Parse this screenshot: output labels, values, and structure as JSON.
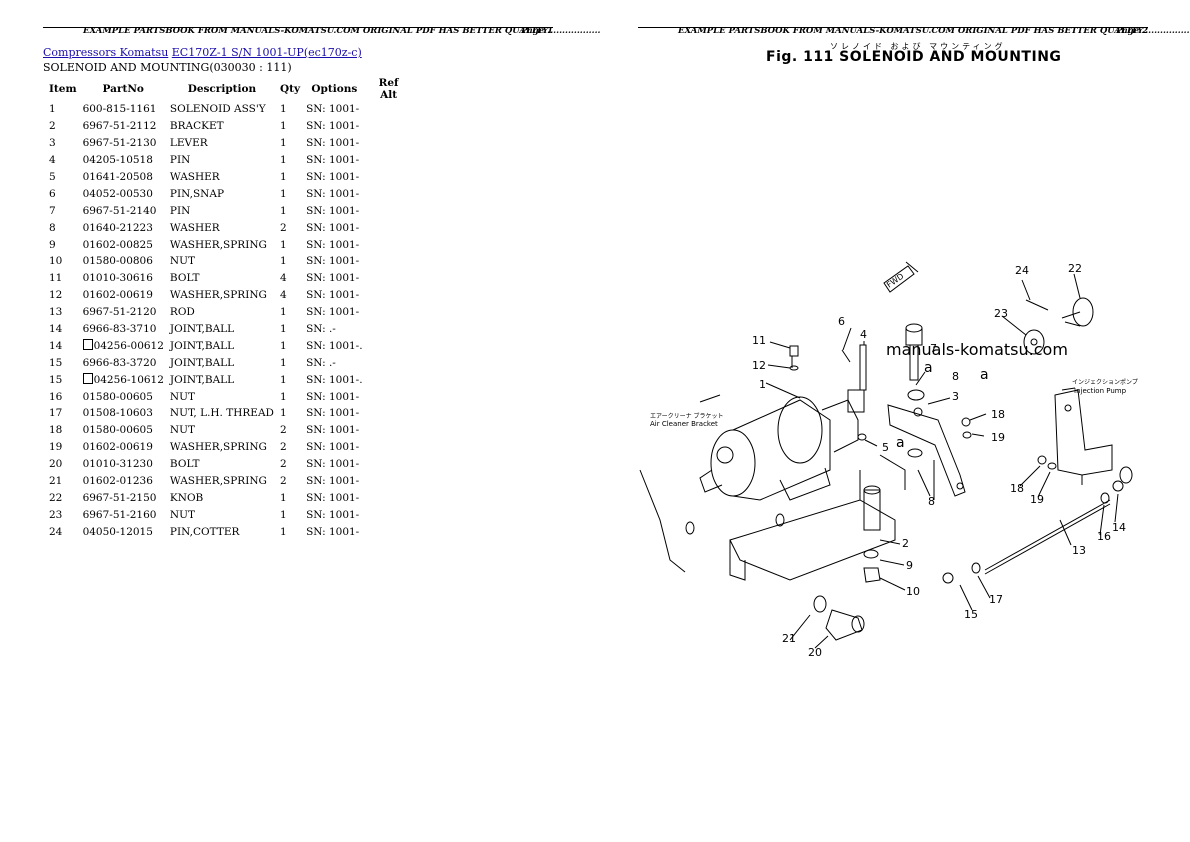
{
  "header": {
    "text": "EXAMPLE PARTSBOOK FROM MANUALS-KOMATSU.COM ORIGINAL PDF HAS BETTER QUALITY..................",
    "page1": "Page 1",
    "page2": "Page 2"
  },
  "breadcrumb": {
    "link1": "Compressors Komatsu",
    "link2": "EC170Z-1 S/N 1001-UP(ec170z-c)"
  },
  "subtitle": "SOLENOID AND MOUNTING(030030 : 111)",
  "table": {
    "headers": [
      "Item",
      "PartNo",
      "Description",
      "Qty",
      "Options",
      "Ref Alt"
    ],
    "rows": [
      {
        "item": "1",
        "part": "600-815-1161",
        "desc": "SOLENOID ASS'Y",
        "qty": "1",
        "opt": "SN: 1001-",
        "box": false
      },
      {
        "item": "2",
        "part": "6967-51-2112",
        "desc": "BRACKET",
        "qty": "1",
        "opt": "SN: 1001-",
        "box": false
      },
      {
        "item": "3",
        "part": "6967-51-2130",
        "desc": "LEVER",
        "qty": "1",
        "opt": "SN: 1001-",
        "box": false
      },
      {
        "item": "4",
        "part": "04205-10518",
        "desc": "PIN",
        "qty": "1",
        "opt": "SN: 1001-",
        "box": false
      },
      {
        "item": "5",
        "part": "01641-20508",
        "desc": "WASHER",
        "qty": "1",
        "opt": "SN: 1001-",
        "box": false
      },
      {
        "item": "6",
        "part": "04052-00530",
        "desc": "PIN,SNAP",
        "qty": "1",
        "opt": "SN: 1001-",
        "box": false
      },
      {
        "item": "7",
        "part": "6967-51-2140",
        "desc": "PIN",
        "qty": "1",
        "opt": "SN: 1001-",
        "box": false
      },
      {
        "item": "8",
        "part": "01640-21223",
        "desc": "WASHER",
        "qty": "2",
        "opt": "SN: 1001-",
        "box": false
      },
      {
        "item": "9",
        "part": "01602-00825",
        "desc": "WASHER,SPRING",
        "qty": "1",
        "opt": "SN: 1001-",
        "box": false
      },
      {
        "item": "10",
        "part": "01580-00806",
        "desc": "NUT",
        "qty": "1",
        "opt": "SN: 1001-",
        "box": false
      },
      {
        "item": "11",
        "part": "01010-30616",
        "desc": "BOLT",
        "qty": "4",
        "opt": "SN: 1001-",
        "box": false
      },
      {
        "item": "12",
        "part": "01602-00619",
        "desc": "WASHER,SPRING",
        "qty": "4",
        "opt": "SN: 1001-",
        "box": false
      },
      {
        "item": "13",
        "part": "6967-51-2120",
        "desc": "ROD",
        "qty": "1",
        "opt": "SN: 1001-",
        "box": false
      },
      {
        "item": "14",
        "part": "6966-83-3710",
        "desc": "JOINT,BALL",
        "qty": "1",
        "opt": "SN: .-",
        "box": false
      },
      {
        "item": "14",
        "part": "04256-00612",
        "desc": "JOINT,BALL",
        "qty": "1",
        "opt": "SN: 1001-.",
        "box": true
      },
      {
        "item": "15",
        "part": "6966-83-3720",
        "desc": "JOINT,BALL",
        "qty": "1",
        "opt": "SN: .-",
        "box": false
      },
      {
        "item": "15",
        "part": "04256-10612",
        "desc": "JOINT,BALL",
        "qty": "1",
        "opt": "SN: 1001-.",
        "box": true
      },
      {
        "item": "16",
        "part": "01580-00605",
        "desc": "NUT",
        "qty": "1",
        "opt": "SN: 1001-",
        "box": false
      },
      {
        "item": "17",
        "part": "01508-10603",
        "desc": "NUT, L.H. THREAD",
        "qty": "1",
        "opt": "SN: 1001-",
        "box": false
      },
      {
        "item": "18",
        "part": "01580-00605",
        "desc": "NUT",
        "qty": "2",
        "opt": "SN: 1001-",
        "box": false
      },
      {
        "item": "19",
        "part": "01602-00619",
        "desc": "WASHER,SPRING",
        "qty": "2",
        "opt": "SN: 1001-",
        "box": false
      },
      {
        "item": "20",
        "part": "01010-31230",
        "desc": "BOLT",
        "qty": "2",
        "opt": "SN: 1001-",
        "box": false
      },
      {
        "item": "21",
        "part": "01602-01236",
        "desc": "WASHER,SPRING",
        "qty": "2",
        "opt": "SN: 1001-",
        "box": false
      },
      {
        "item": "22",
        "part": "6967-51-2150",
        "desc": "KNOB",
        "qty": "1",
        "opt": "SN: 1001-",
        "box": false
      },
      {
        "item": "23",
        "part": "6967-51-2160",
        "desc": "NUT",
        "qty": "1",
        "opt": "SN: 1001-",
        "box": false
      },
      {
        "item": "24",
        "part": "04050-12015",
        "desc": "PIN,COTTER",
        "qty": "1",
        "opt": "SN: 1001-",
        "box": false
      }
    ]
  },
  "figure": {
    "title": "Fig. 111  SOLENOID AND MOUNTING",
    "jp_title": "ソレノイド および マウンティング",
    "watermark": "manuals-komatsu.com",
    "air_cleaner_jp": "エアークリーナ ブラケット",
    "air_cleaner": "Air Cleaner Bracket",
    "injection_jp": "インジェクションポンプ",
    "injection": "Injection Pump",
    "fwd": "FWD",
    "callouts": [
      "1",
      "2",
      "3",
      "4",
      "5",
      "6",
      "7",
      "8",
      "8",
      "9",
      "10",
      "11",
      "12",
      "13",
      "14",
      "15",
      "16",
      "17",
      "18",
      "18",
      "19",
      "19",
      "20",
      "21",
      "22",
      "23",
      "24",
      "a",
      "a",
      "a"
    ]
  }
}
